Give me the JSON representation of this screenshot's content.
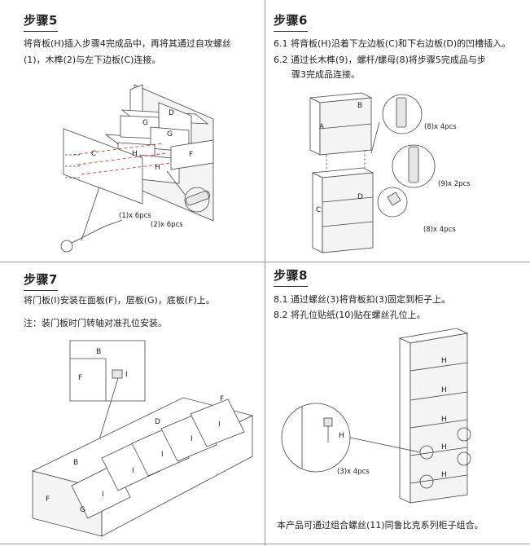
{
  "step5": {
    "title": "步骤5",
    "line1": "将背板(H)插入步骤4完成品中，再将其通过自攻螺丝",
    "line2": "(1)，木榫(2)与左下边板(C)连接。",
    "callout_screws": "(1)x 6pcs",
    "callout_dowels": "(2)x 6pcs",
    "labels": {
      "c": "C",
      "d": "D",
      "g1": "G",
      "g2": "G",
      "h1": "H",
      "h2": "H",
      "f": "F"
    }
  },
  "step6": {
    "title": "步骤6",
    "line1": "6.1 将背板(H)沿着下左边板(C)和下右边板(D)的凹槽插入。",
    "line2": "6.2 通过长木榫(9)，螺杆/螺母(8)将步骤5完成品与步",
    "line3": "骤3完成品连接。",
    "callout_bolts_top": "(8)x 4pcs",
    "callout_dowels": "(9)x 2pcs",
    "callout_bolts_bottom": "(8)x 4pcs",
    "labels": {
      "a": "A",
      "b": "B",
      "c": "C",
      "d": "D"
    }
  },
  "step7": {
    "title": "步骤7",
    "line1": "将门板(I)安装在面板(F)，层板(G)，底板(F)上。",
    "note": "注：装门板时门转轴对准孔位安装。",
    "labels": {
      "b_top": "B",
      "f_top": "F",
      "i_top": "I",
      "d": "D",
      "f_right": "F",
      "b": "B",
      "f": "F",
      "g": "G",
      "i1": "I",
      "i2": "I",
      "i3": "I",
      "i4": "I",
      "i5": "I"
    }
  },
  "step8": {
    "title": "步骤8",
    "line1": "8.1 通过螺丝(3)将背板扣(3)固定到柜子上。",
    "line2": "8.2 将孔位贴纸(10)贴在螺丝孔位上。",
    "callout_screws": "(3)x 4pcs",
    "footer": "本产品可通过组合螺丝(11)同鲁比克系列柜子组合。",
    "labels": {
      "h_detail": "H",
      "h1": "H",
      "h2": "H",
      "h3": "H",
      "h4": "H",
      "h5": "H"
    }
  },
  "colors": {
    "guide_red": "#d23a3a",
    "divider": "#9a9a9a"
  }
}
